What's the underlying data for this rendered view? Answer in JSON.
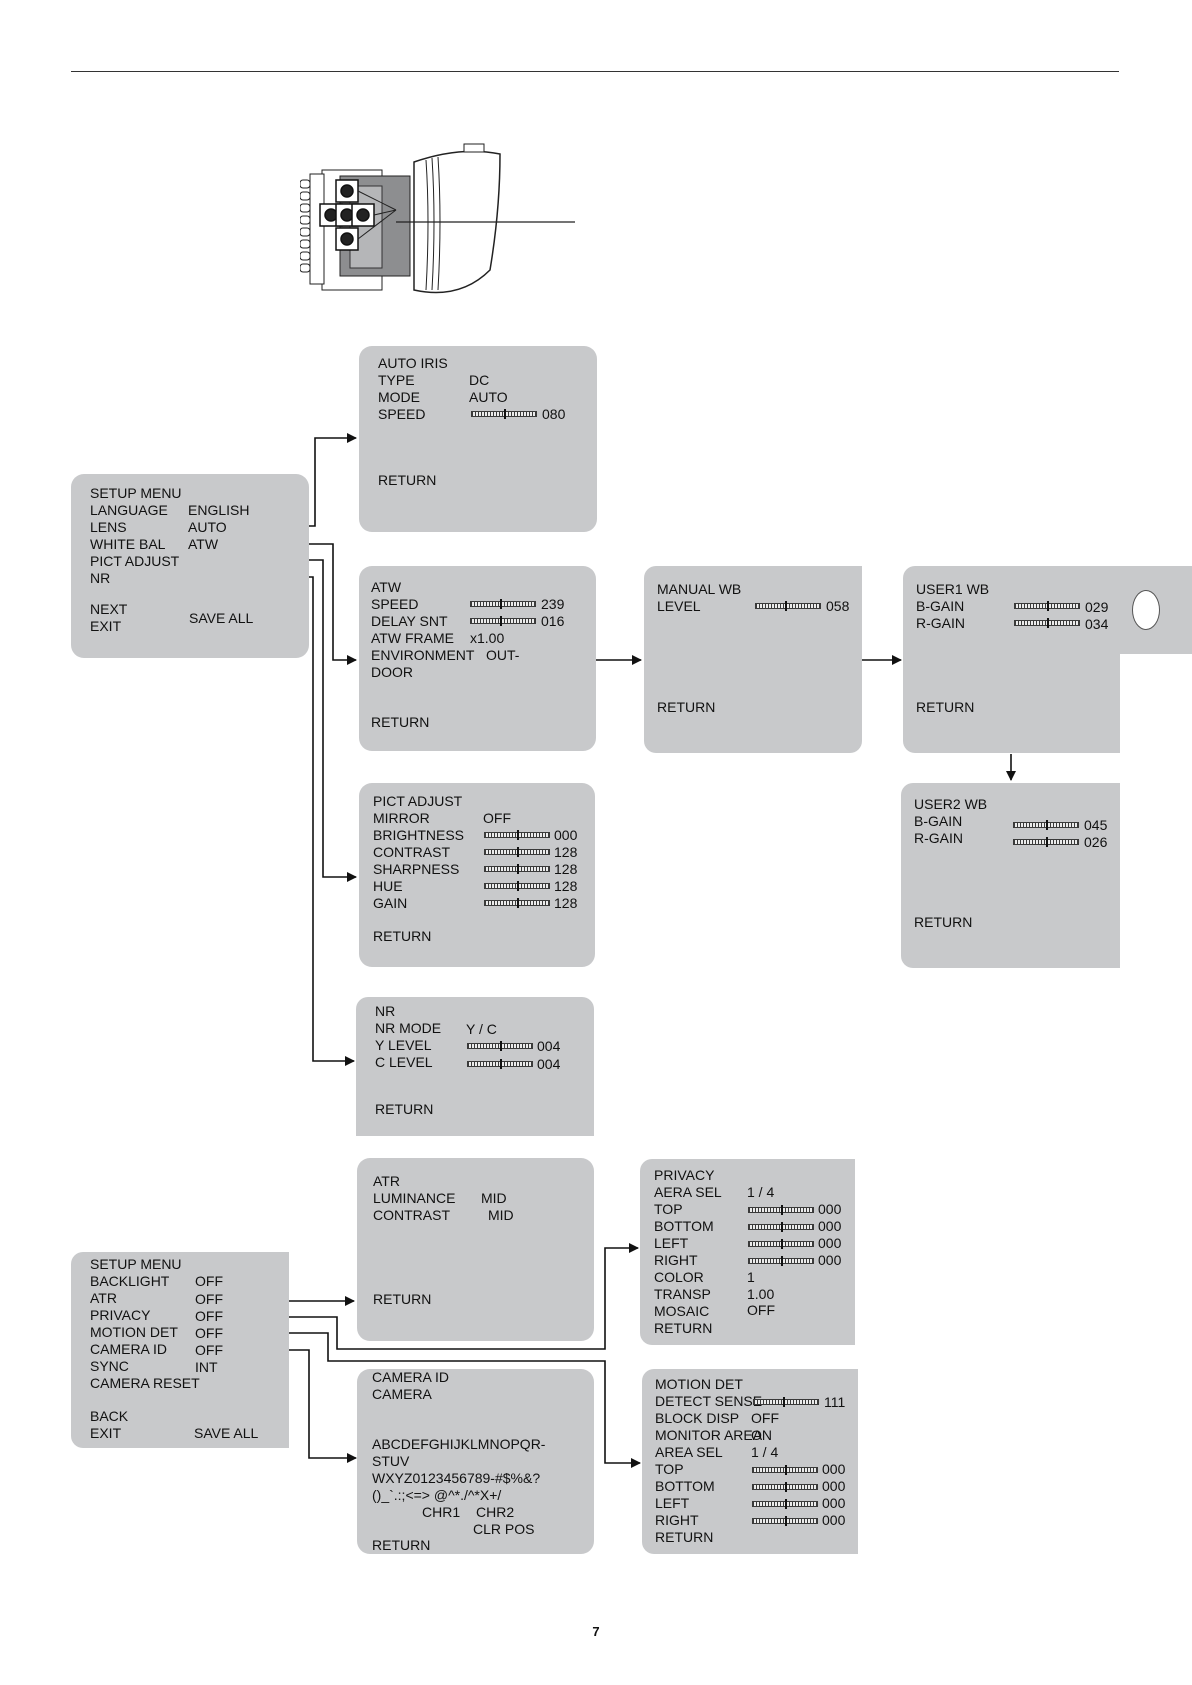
{
  "page_number": "7",
  "setup_menu_1": {
    "title": "SETUP MENU",
    "rows": [
      {
        "label": "LANGUAGE",
        "value": "ENGLISH"
      },
      {
        "label": "LENS",
        "value": "AUTO"
      },
      {
        "label": "WHITE BAL",
        "value": "ATW"
      },
      {
        "label": "PICT ADJUST",
        "value": ""
      },
      {
        "label": "NR",
        "value": ""
      }
    ],
    "next": "NEXT",
    "exit": "EXIT",
    "save": "SAVE ALL"
  },
  "auto_iris": {
    "title": "AUTO IRIS",
    "type_label": "TYPE",
    "type_value": "DC",
    "mode_label": "MODE",
    "mode_value": "AUTO",
    "speed_label": "SPEED",
    "speed_value": "080",
    "speed_level": 0.5,
    "return": "RETURN"
  },
  "atw": {
    "title": "ATW",
    "speed_label": "SPEED",
    "speed_value": "239",
    "speed_level": 0.45,
    "delay_label": "DELAY SNT",
    "delay_value": "016",
    "delay_level": 0.45,
    "frame_label": "ATW FRAME",
    "frame_value": "x1.00",
    "env_label": "ENVIRONMENT",
    "env_value": "OUT-",
    "env_label2": "DOOR",
    "return": "RETURN"
  },
  "manual_wb": {
    "title": "MANUAL WB",
    "level_label": "LEVEL",
    "level_value": "058",
    "level_level": 0.45,
    "return": "RETURN"
  },
  "user1_wb": {
    "title": "USER1 WB",
    "bgain_label": "B-GAIN",
    "bgain_value": "029",
    "bgain_level": 0.5,
    "rgain_label": "R-GAIN",
    "rgain_value": "034",
    "rgain_level": 0.5,
    "return": "RETURN"
  },
  "user2_wb": {
    "title": "USER2 WB",
    "bgain_label": "B-GAIN",
    "bgain_value": "045",
    "bgain_level": 0.5,
    "rgain_label": "R-GAIN",
    "rgain_value": "026",
    "rgain_level": 0.5,
    "return": "RETURN"
  },
  "pict_adjust": {
    "title": "PICT ADJUST",
    "mirror_label": "MIRROR",
    "mirror_value": "OFF",
    "rows": [
      {
        "label": "BRIGHTNESS",
        "value": "000",
        "level": 0.5
      },
      {
        "label": "CONTRAST",
        "value": "128",
        "level": 0.5
      },
      {
        "label": "SHARPNESS",
        "value": "128",
        "level": 0.5
      },
      {
        "label": "HUE",
        "value": "128",
        "level": 0.5
      },
      {
        "label": "GAIN",
        "value": "128",
        "level": 0.5
      }
    ],
    "return": "RETURN"
  },
  "nr": {
    "title": "NR",
    "mode_label": "NR MODE",
    "mode_value": "Y / C",
    "y_label": "Y LEVEL",
    "y_value": "004",
    "y_level": 0.5,
    "c_label": "C LEVEL",
    "c_value": "004",
    "c_level": 0.5,
    "return": "RETURN"
  },
  "setup_menu_2": {
    "title": "SETUP MENU",
    "rows": [
      {
        "label": "BACKLIGHT",
        "value": "OFF"
      },
      {
        "label": "ATR",
        "value": "OFF"
      },
      {
        "label": "PRIVACY",
        "value": "OFF"
      },
      {
        "label": "MOTION DET",
        "value": "OFF"
      },
      {
        "label": "CAMERA ID",
        "value": "OFF"
      },
      {
        "label": "SYNC",
        "value": "INT"
      },
      {
        "label": "CAMERA RESET",
        "value": ""
      }
    ],
    "back": "BACK",
    "exit": "EXIT",
    "save": "SAVE ALL"
  },
  "atr": {
    "title": "ATR",
    "lum_label": "LUMINANCE",
    "lum_value": "MID",
    "con_label": "CONTRAST",
    "con_value": "MID",
    "return": "RETURN"
  },
  "privacy": {
    "title": "PRIVACY",
    "area_label": "AERA SEL",
    "area_value": "1 / 4",
    "rows": [
      {
        "label": "TOP",
        "value": "000",
        "level": 0.5
      },
      {
        "label": "BOTTOM",
        "value": "000",
        "level": 0.5
      },
      {
        "label": "LEFT",
        "value": "000",
        "level": 0.5
      },
      {
        "label": "RIGHT",
        "value": "000",
        "level": 0.5
      }
    ],
    "color_label": "COLOR",
    "color_value": "1",
    "transp_label": "TRANSP",
    "transp_value": "1.00",
    "mosaic_label": "MOSAIC",
    "mosaic_value": "OFF",
    "return": "RETURN"
  },
  "camera_id": {
    "title": "CAMERA ID",
    "camera": "CAMERA",
    "chars": [
      "ABCDEFGHIJKLMNOPQR-",
      "STUV",
      "WXYZ0123456789-#$%&?",
      "()_`.:;<=> @^*./^*X+/"
    ],
    "chr1": "CHR1",
    "chr2": "CHR2",
    "clr": "CLR POS",
    "return": "RETURN"
  },
  "motion_det": {
    "title": "MOTION DET",
    "sense_label": "DETECT SENSE",
    "sense_value": "111",
    "sense_level": 0.45,
    "block_label": "BLOCK DISP",
    "block_value": "OFF",
    "monitor_label": "MONITOR AREA",
    "monitor_value": "ON",
    "area_label": "AREA SEL",
    "area_value": "1 / 4",
    "rows": [
      {
        "label": "TOP",
        "value": "000",
        "level": 0.5
      },
      {
        "label": "BOTTOM",
        "value": "000",
        "level": 0.5
      },
      {
        "label": "LEFT",
        "value": "000",
        "level": 0.5
      },
      {
        "label": "RIGHT",
        "value": "000",
        "level": 0.5
      }
    ],
    "return": "RETURN"
  }
}
